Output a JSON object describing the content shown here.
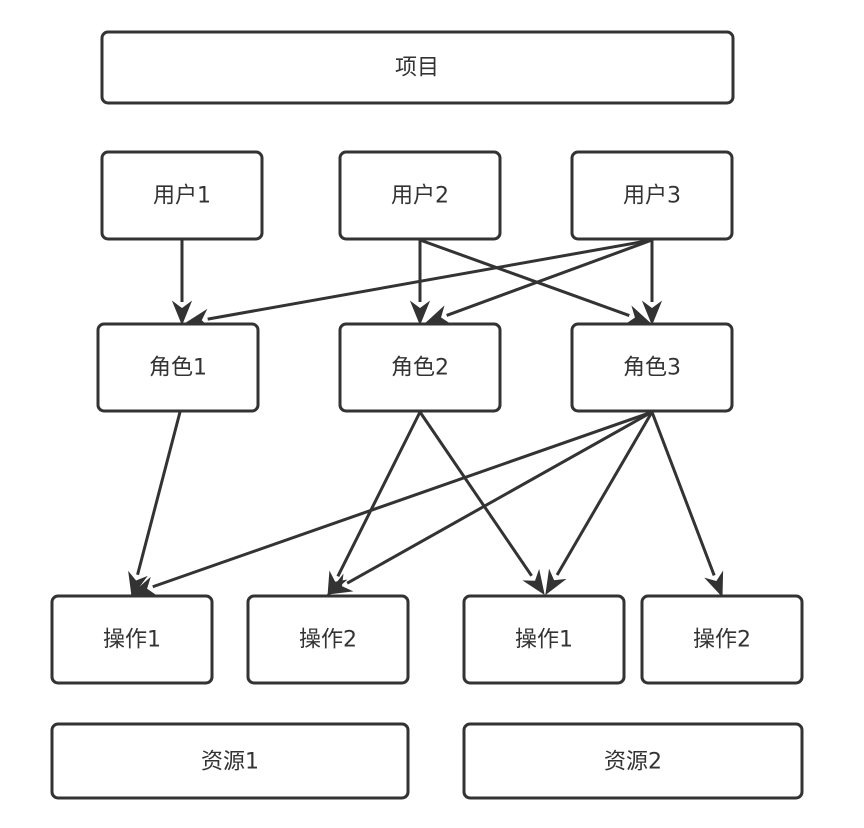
{
  "diagram": {
    "project": {
      "label": "项目"
    },
    "users": [
      {
        "id": "u1",
        "label": "用户1"
      },
      {
        "id": "u2",
        "label": "用户2"
      },
      {
        "id": "u3",
        "label": "用户3"
      }
    ],
    "roles": [
      {
        "id": "r1",
        "label": "角色1"
      },
      {
        "id": "r2",
        "label": "角色2"
      },
      {
        "id": "r3",
        "label": "角色3"
      }
    ],
    "operations": [
      {
        "id": "o1",
        "label": "操作1"
      },
      {
        "id": "o2",
        "label": "操作2"
      },
      {
        "id": "o3",
        "label": "操作1"
      },
      {
        "id": "o4",
        "label": "操作2"
      }
    ],
    "resources": [
      {
        "id": "s1",
        "label": "资源1"
      },
      {
        "id": "s2",
        "label": "资源2"
      }
    ],
    "edges": [
      {
        "from": "u1",
        "to": "r1"
      },
      {
        "from": "u2",
        "to": "r2"
      },
      {
        "from": "u2",
        "to": "r3"
      },
      {
        "from": "u3",
        "to": "r1"
      },
      {
        "from": "u3",
        "to": "r2"
      },
      {
        "from": "u3",
        "to": "r3"
      },
      {
        "from": "r1",
        "to": "o1"
      },
      {
        "from": "r2",
        "to": "o2"
      },
      {
        "from": "r2",
        "to": "o3"
      },
      {
        "from": "r3",
        "to": "o1"
      },
      {
        "from": "r3",
        "to": "o2"
      },
      {
        "from": "r3",
        "to": "o3"
      },
      {
        "from": "r3",
        "to": "o4"
      }
    ]
  },
  "colors": {
    "stroke": "#333333",
    "fill": "#ffffff",
    "text": "#333333"
  }
}
